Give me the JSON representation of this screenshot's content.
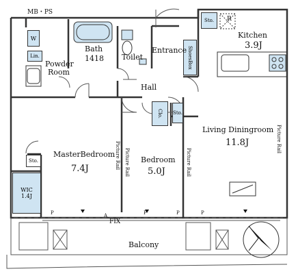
{
  "labels": {
    "mb_ps": "MB・PS",
    "kitchen": "Kitchen",
    "kitchen_area": "3.9J",
    "bath": "Bath",
    "bath_size": "1418",
    "toilet": "Toilet",
    "entrance": "Entrance",
    "powder_room_1": "Powder",
    "powder_room_2": "Room",
    "hall": "Hall",
    "living": "Living Diningroom",
    "living_area": "11.8J",
    "master": "MasterBedroom",
    "master_area": "7.4J",
    "bedroom": "Bedroom",
    "bedroom_area": "5.0J",
    "wic": "WIC",
    "wic_area": "1.4J",
    "balcony": "Balcony",
    "fix": "FIX",
    "sto": "Sto.",
    "clo": "Clo.",
    "shoes_box": "ShoesBox",
    "picture_rail": "Picture Rail",
    "w": "W",
    "lin": "Lin.",
    "r": "R",
    "p": "P",
    "a": "A"
  },
  "colors": {
    "storage_fill": "#cfe4f2",
    "wall": "#333333",
    "line": "#555555"
  },
  "icons": [
    "compass-icon",
    "bathtub-icon",
    "toilet-icon",
    "sink-icon",
    "stove-icon"
  ]
}
